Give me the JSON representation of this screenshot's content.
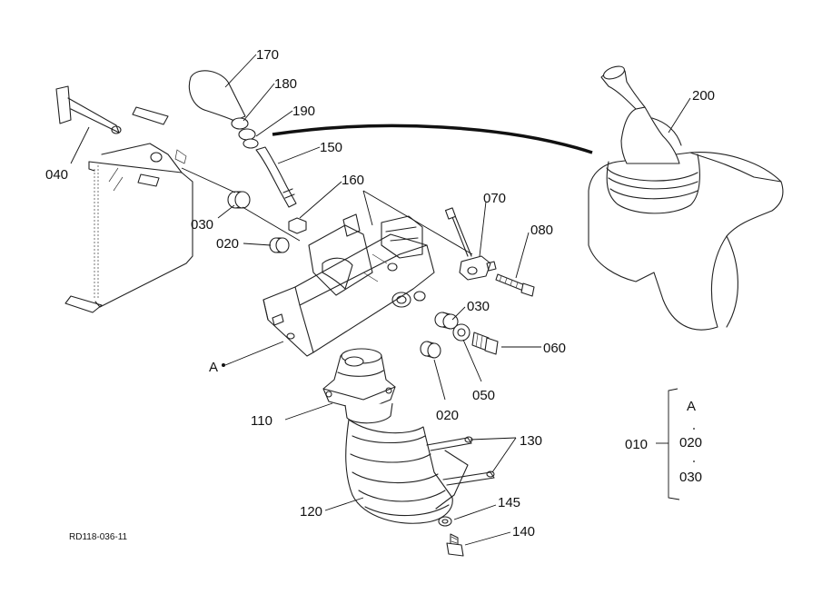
{
  "diagram": {
    "drawing_code": "RD118-036-11",
    "callouts": {
      "p170": "170",
      "p180": "180",
      "p190": "190",
      "p150": "150",
      "p160": "160",
      "p040": "040",
      "p030_left": "030",
      "p020_left": "020",
      "p070": "070",
      "p080": "080",
      "p030_right": "030",
      "p060": "060",
      "p050": "050",
      "p020_bottom": "020",
      "pA": "A",
      "p110": "110",
      "p130": "130",
      "p120": "120",
      "p145": "145",
      "p140": "140",
      "p200": "200"
    },
    "assembly_legend": {
      "parent": "010",
      "items": [
        "A",
        "020",
        "030"
      ]
    }
  }
}
